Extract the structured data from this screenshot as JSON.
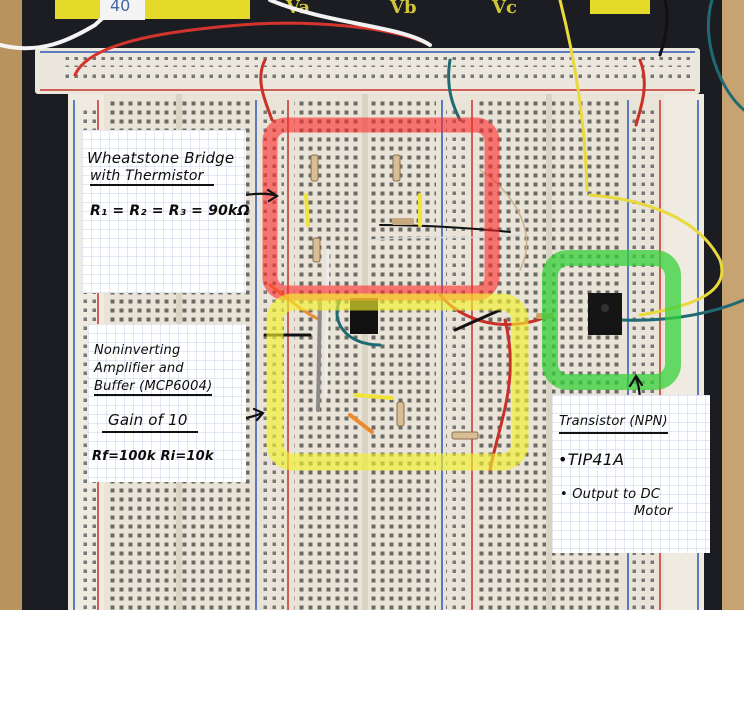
{
  "top_labels": {
    "counter": "40",
    "va": "Va",
    "vb": "Vb",
    "vc": "Vc"
  },
  "notes": {
    "wheatstone": {
      "title": "Wheatstone Bridge",
      "subtitle": "with Thermistor",
      "resistors": "R₁ = R₂ = R₃ = 90kΩ"
    },
    "amplifier": {
      "line1": "Noninverting",
      "line2": "Amplifier and",
      "line3": "Buffer (MCP6004)",
      "gain": "Gain of 10",
      "values": "Rf=100k   Ri=10k"
    },
    "transistor": {
      "title": "Transistor (NPN)",
      "model": "•TIP41A",
      "output_1": "• Output to DC",
      "output_2": "Motor"
    }
  },
  "highlight_colors": {
    "bridge": "#ff2a2a",
    "amplifier": "#f3ef2c",
    "transistor": "#36d23a"
  }
}
